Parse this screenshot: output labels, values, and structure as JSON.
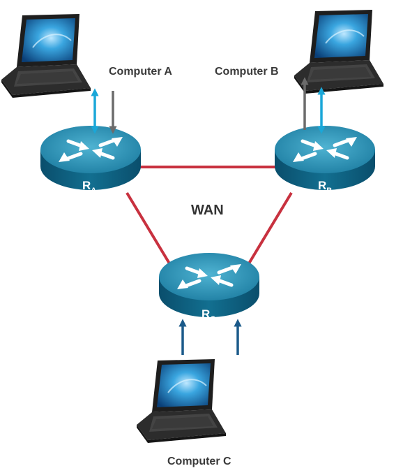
{
  "wan_label": "WAN",
  "computers": [
    {
      "id": "A",
      "label": "Computer A"
    },
    {
      "id": "B",
      "label": "Computer B"
    },
    {
      "id": "C",
      "label": "Computer C"
    }
  ],
  "routers": [
    {
      "id": "RA",
      "letter": "R",
      "sub": "A"
    },
    {
      "id": "RB",
      "letter": "R",
      "sub": "B"
    },
    {
      "id": "RC",
      "letter": "R",
      "sub": "C"
    }
  ],
  "links": [
    {
      "from": "RA",
      "to": "RB"
    },
    {
      "from": "RA",
      "to": "RC"
    },
    {
      "from": "RB",
      "to": "RC"
    }
  ],
  "colors": {
    "link": "#c8313f",
    "router_top": "#2a8fb0",
    "router_side": "#0d5a78",
    "arrow_cyan": "#1aa7d8",
    "arrow_gray": "#6b6b6b",
    "arrow_navy": "#1b5a8a",
    "laptop_body": "#2b2b2b",
    "screen": "#1a7fc0"
  }
}
